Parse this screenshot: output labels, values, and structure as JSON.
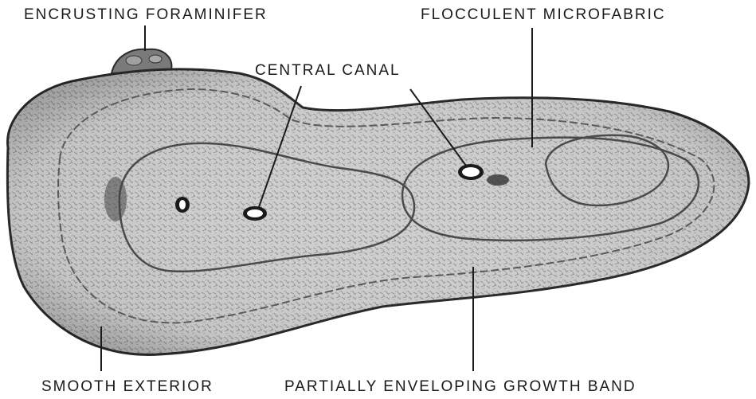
{
  "labels": {
    "encrusting_foraminifer": "ENCRUSTING FORAMINIFER",
    "flocculent_microfabric": "FLOCCULENT MICROFABRIC",
    "central_canal": "CENTRAL CANAL",
    "smooth_exterior": "SMOOTH EXTERIOR",
    "growth_band": "PARTIALLY ENVELOPING GROWTH BAND"
  },
  "colors": {
    "specimen_fill": "#c9c9c9",
    "specimen_outline": "#2a2a2a",
    "band_line": "#555555",
    "text": "#1a1a1a"
  }
}
